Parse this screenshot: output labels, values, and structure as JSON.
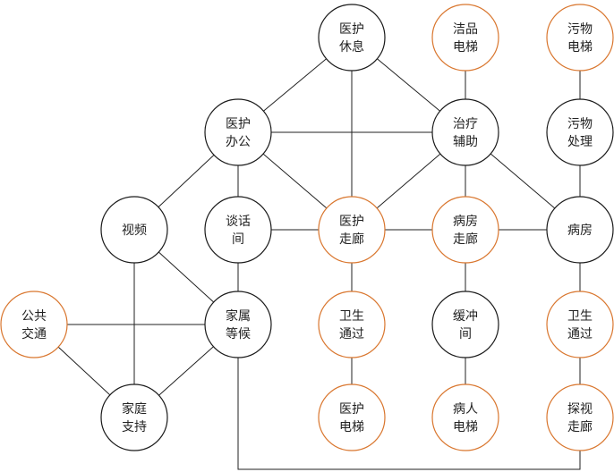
{
  "colors": {
    "black_stroke": "#1a1a1a",
    "orange_stroke": "#d9762e",
    "edge": "#222222"
  },
  "nodes": {
    "yihu_xiuxi": {
      "lines": [
        "医护",
        "休息"
      ],
      "style": "black"
    },
    "jiepin_dianti": {
      "lines": [
        "洁品",
        "电梯"
      ],
      "style": "orange"
    },
    "wuwu_dianti": {
      "lines": [
        "污物",
        "电梯"
      ],
      "style": "orange"
    },
    "yihu_bangong": {
      "lines": [
        "医护",
        "办公"
      ],
      "style": "black"
    },
    "zhiliao_fuzhu": {
      "lines": [
        "治疗",
        "辅助"
      ],
      "style": "black"
    },
    "wuwu_chuli": {
      "lines": [
        "污物",
        "处理"
      ],
      "style": "black"
    },
    "shipin": {
      "lines": [
        "视频"
      ],
      "style": "black"
    },
    "tanhua_jian": {
      "lines": [
        "谈话",
        "间"
      ],
      "style": "black"
    },
    "yihu_zoulang": {
      "lines": [
        "医护",
        "走廊"
      ],
      "style": "orange"
    },
    "bingfang_zoulang": {
      "lines": [
        "病房",
        "走廊"
      ],
      "style": "orange"
    },
    "bingfang": {
      "lines": [
        "病房"
      ],
      "style": "black"
    },
    "gonggong_jiaotong": {
      "lines": [
        "公共",
        "交通"
      ],
      "style": "orange"
    },
    "jiashu_denghou": {
      "lines": [
        "家属",
        "等候"
      ],
      "style": "black"
    },
    "weisheng_tongguo_1": {
      "lines": [
        "卫生",
        "通过"
      ],
      "style": "orange"
    },
    "huanchong_jian": {
      "lines": [
        "缓冲",
        "间"
      ],
      "style": "black"
    },
    "weisheng_tongguo_2": {
      "lines": [
        "卫生",
        "通过"
      ],
      "style": "orange"
    },
    "jiating_zhichi": {
      "lines": [
        "家庭",
        "支持"
      ],
      "style": "black"
    },
    "yihu_dianti": {
      "lines": [
        "医护",
        "电梯"
      ],
      "style": "orange"
    },
    "bingren_dianti": {
      "lines": [
        "病人",
        "电梯"
      ],
      "style": "orange"
    },
    "tanshi_zoulang": {
      "lines": [
        "探视",
        "走廊"
      ],
      "style": "orange"
    }
  },
  "edges": [
    [
      "yihu_xiuxi",
      "yihu_bangong"
    ],
    [
      "yihu_xiuxi",
      "zhiliao_fuzhu"
    ],
    [
      "yihu_xiuxi",
      "yihu_zoulang"
    ],
    [
      "jiepin_dianti",
      "zhiliao_fuzhu"
    ],
    [
      "wuwu_dianti",
      "wuwu_chuli"
    ],
    [
      "wuwu_chuli",
      "bingfang"
    ],
    [
      "yihu_bangong",
      "zhiliao_fuzhu"
    ],
    [
      "yihu_bangong",
      "shipin"
    ],
    [
      "yihu_bangong",
      "tanhua_jian"
    ],
    [
      "yihu_bangong",
      "yihu_zoulang"
    ],
    [
      "zhiliao_fuzhu",
      "yihu_zoulang"
    ],
    [
      "zhiliao_fuzhu",
      "bingfang_zoulang"
    ],
    [
      "zhiliao_fuzhu",
      "bingfang"
    ],
    [
      "tanhua_jian",
      "yihu_zoulang"
    ],
    [
      "tanhua_jian",
      "jiashu_denghou"
    ],
    [
      "yihu_zoulang",
      "bingfang_zoulang"
    ],
    [
      "bingfang_zoulang",
      "bingfang"
    ],
    [
      "shipin",
      "jiashu_denghou"
    ],
    [
      "shipin",
      "jiating_zhichi"
    ],
    [
      "gonggong_jiaotong",
      "jiashu_denghou"
    ],
    [
      "gonggong_jiaotong",
      "jiating_zhichi"
    ],
    [
      "jiashu_denghou",
      "jiating_zhichi"
    ],
    [
      "yihu_zoulang",
      "weisheng_tongguo_1"
    ],
    [
      "weisheng_tongguo_1",
      "yihu_dianti"
    ],
    [
      "bingfang_zoulang",
      "huanchong_jian"
    ],
    [
      "huanchong_jian",
      "bingren_dianti"
    ],
    [
      "bingfang",
      "weisheng_tongguo_2"
    ],
    [
      "weisheng_tongguo_2",
      "tanshi_zoulang"
    ]
  ],
  "polyline_edges": [
    [
      "jiashu_denghou",
      "tanshi_zoulang"
    ]
  ]
}
